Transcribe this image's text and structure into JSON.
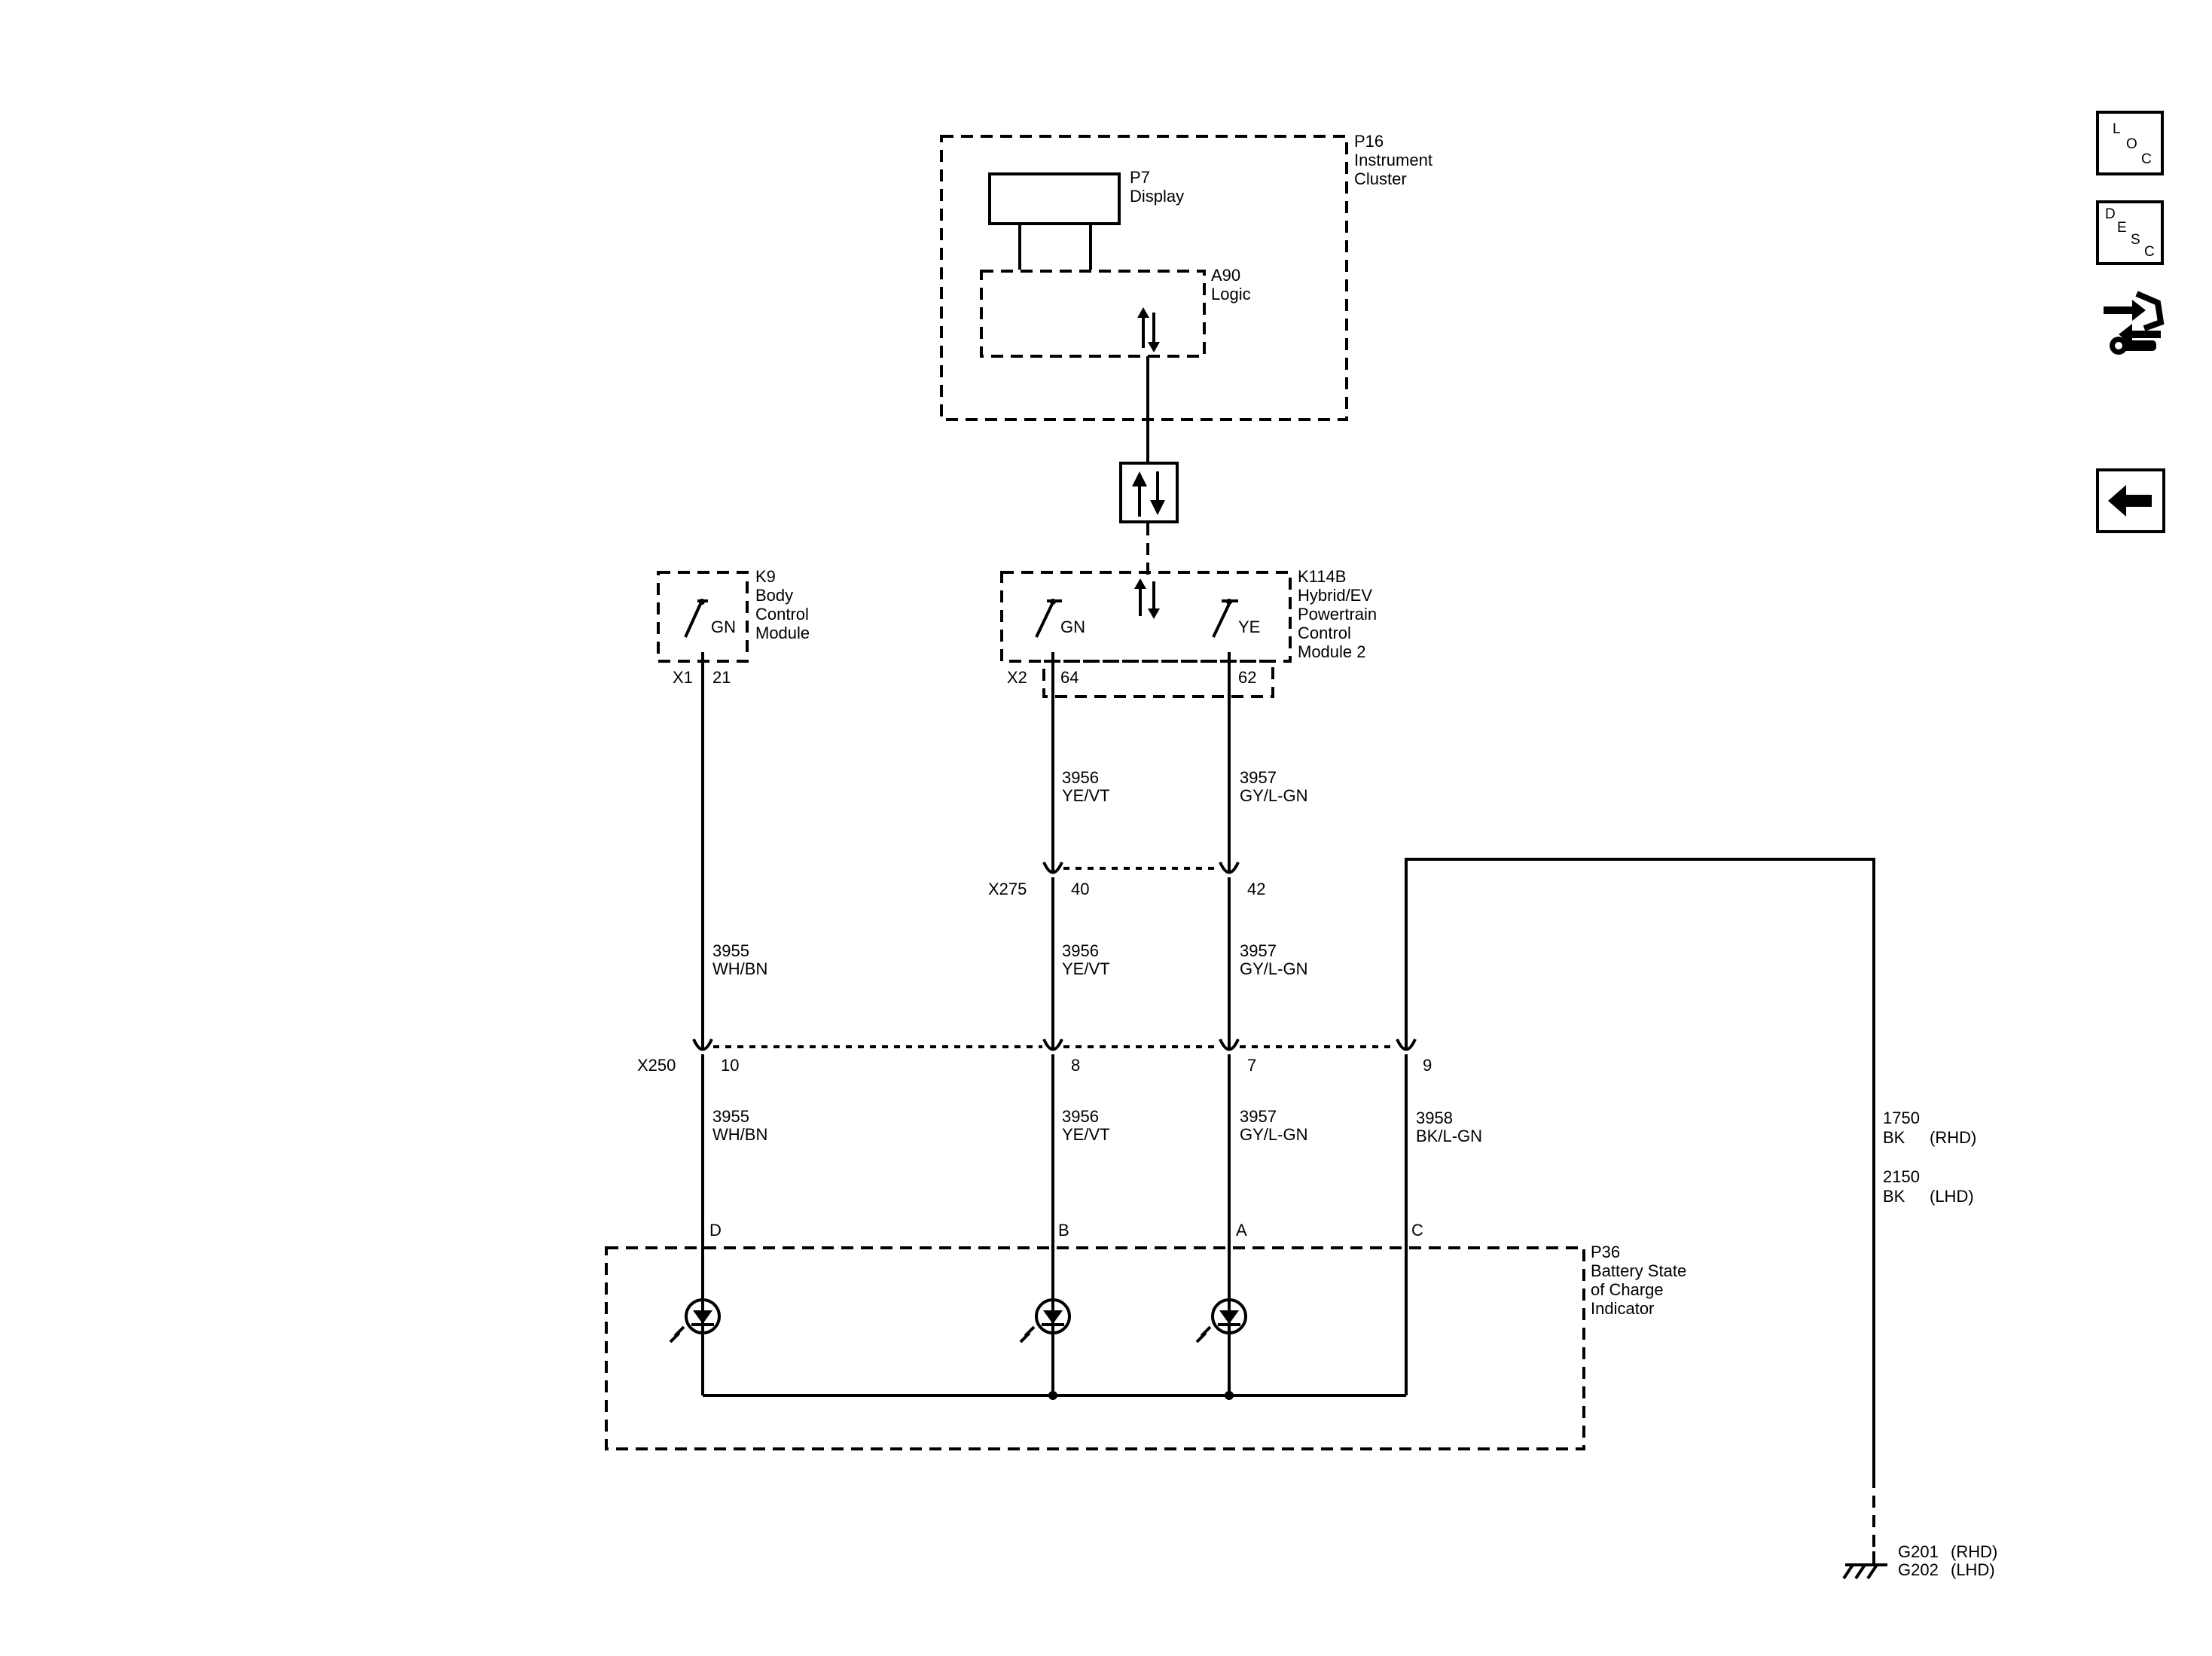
{
  "modules": {
    "p16": {
      "code": "P16",
      "name1": "Instrument",
      "name2": "Cluster"
    },
    "p7": {
      "code": "P7",
      "name": "Display"
    },
    "a90": {
      "code": "A90",
      "name": "Logic"
    },
    "k9": {
      "code": "K9",
      "name1": "Body",
      "name2": "Control",
      "name3": "Module",
      "pin_color": "GN",
      "connector": "X1",
      "pin": "21"
    },
    "k114b": {
      "code": "K114B",
      "name1": "Hybrid/EV",
      "name2": "Powertrain",
      "name3": "Control",
      "name4": "Module 2",
      "pin1_color": "GN",
      "pin2_color": "YE",
      "connector": "X2",
      "pin1": "64",
      "pin2": "62"
    },
    "p36": {
      "code": "P36",
      "name1": "Battery State",
      "name2": "of Charge",
      "name3": "Indicator",
      "pin_d": "D",
      "pin_b": "B",
      "pin_a": "A",
      "pin_c": "C"
    }
  },
  "wires": {
    "w3956a": {
      "circuit": "3956",
      "color": "YE/VT"
    },
    "w3957a": {
      "circuit": "3957",
      "color": "GY/L-GN"
    },
    "w3955b": {
      "circuit": "3955",
      "color": "WH/BN"
    },
    "w3956b": {
      "circuit": "3956",
      "color": "YE/VT"
    },
    "w3957b": {
      "circuit": "3957",
      "color": "GY/L-GN"
    },
    "w3955c": {
      "circuit": "3955",
      "color": "WH/BN"
    },
    "w3956c": {
      "circuit": "3956",
      "color": "YE/VT"
    },
    "w3957c": {
      "circuit": "3957",
      "color": "GY/L-GN"
    },
    "w3958": {
      "circuit": "3958",
      "color": "BK/L-GN"
    },
    "ground_rhd": {
      "circuit": "1750",
      "color": "BK",
      "variant": "(RHD)"
    },
    "ground_lhd": {
      "circuit": "2150",
      "color": "BK",
      "variant": "(LHD)"
    }
  },
  "connectors": {
    "x275": {
      "name": "X275",
      "pin1": "40",
      "pin2": "42"
    },
    "x250": {
      "name": "X250",
      "pin1": "10",
      "pin2": "8",
      "pin3": "7",
      "pin4": "9"
    }
  },
  "grounds": {
    "g201": {
      "name": "G201",
      "variant": "(RHD)"
    },
    "g202": {
      "name": "G202",
      "variant": "(LHD)"
    }
  },
  "nav": {
    "loc": {
      "l1": "L",
      "l2": "O",
      "l3": "C"
    },
    "desc": {
      "l1": "D",
      "l2": "E",
      "l3": "S",
      "l4": "C"
    },
    "service_icon": "wrench-arrows-icon",
    "back_icon": "left-arrow-icon"
  }
}
